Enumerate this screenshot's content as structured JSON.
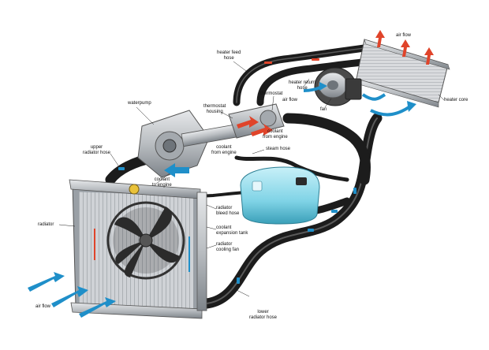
{
  "colors": {
    "hose": "#1c1c1c",
    "hose_highlight": "#5a5a5a",
    "metal": "#b9bdc1",
    "metal_dark": "#7e848a",
    "radiator_fin": "#c9ccd0",
    "tank": "#7fd3e6",
    "tank_dark": "#3a9fb8",
    "cold_arrow": "#1f8fc9",
    "hot_arrow": "#e0442a",
    "label_line": "#222222"
  },
  "labels": {
    "heater_feed_hose": "heater feed\nhose",
    "air_flow_top": "air flow",
    "heater_return_hose": "heater return\nhose",
    "thermostat": "thermostat",
    "air_flow_fan": "air flow",
    "heater_core": "heater core",
    "fan": "fan",
    "waterpump": "waterpump",
    "thermostat_housing": "thermostat\nhousing",
    "coolant_from_engine_1": "coolant\nfrom engine",
    "coolant_from_engine_2": "coolant\nfrom engine",
    "steam_hose": "steam hose",
    "upper_radiator_hose": "upper\nradiator hose",
    "coolant_to_engine": "coolant\nto engine",
    "radiator": "radiator",
    "radiator_bleed_hose": "radiator\nbleed hose",
    "coolant_expansion_tank": "coolant\nexpansion tank",
    "radiator_cooling_fan": "radiator\ncooling fan",
    "air_flow_bottom": "air flow",
    "lower_radiator_hose": "lower\nradiator hose"
  },
  "icons": {
    "cold_flow": "blue-arrow-icon",
    "hot_flow": "red-arrow-icon"
  }
}
